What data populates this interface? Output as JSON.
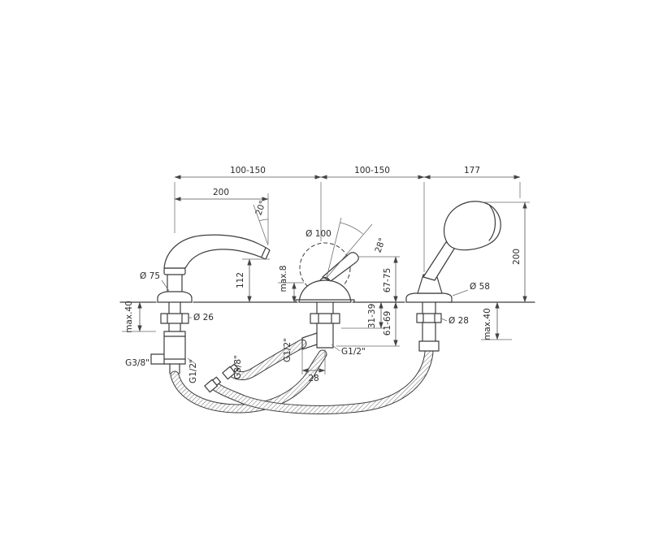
{
  "meta": {
    "background_color": "#ffffff",
    "line_color": "#3c3c3c"
  },
  "diagram": {
    "type": "technical-dimension-drawing",
    "subject": "Deck-mounted bathtub faucet set: curved spout, single-lever mixer and hand shower on holder with flexible hoses",
    "units": "mm (implied)",
    "labels": {
      "span_spout_mixer": "100-150",
      "span_mixer_shower": "100-150",
      "span_shower": "177",
      "spout_reach": "200",
      "spout_outlet_angle": "20°",
      "mixer_escutcheon_dia": "Ø 100",
      "spout_flange_dia": "Ø 75",
      "spout_outlet_height": "112",
      "mixer_max_deck": "max.8",
      "mixer_handle_angle": "28°",
      "mixer_range_upper": "67-75",
      "mixer_range_mid": "31-39",
      "mixer_range_lower": "61-69",
      "shower_height": "200",
      "shower_flange_dia": "Ø 58",
      "shower_shaft_dia": "Ø 28",
      "deck_max_left": "max.40",
      "deck_max_right": "max.40",
      "spout_shaft_dia": "Ø 26",
      "inlet_left_g38": "G3/8\"",
      "hose_left_g12": "G1/2\"",
      "hose_mid_g38": "G3/8\"",
      "mixer_port_left_g12": "G1/2\"",
      "mixer_port_right_g12": "G1/2\"",
      "mixer_port_offset": "28"
    }
  }
}
